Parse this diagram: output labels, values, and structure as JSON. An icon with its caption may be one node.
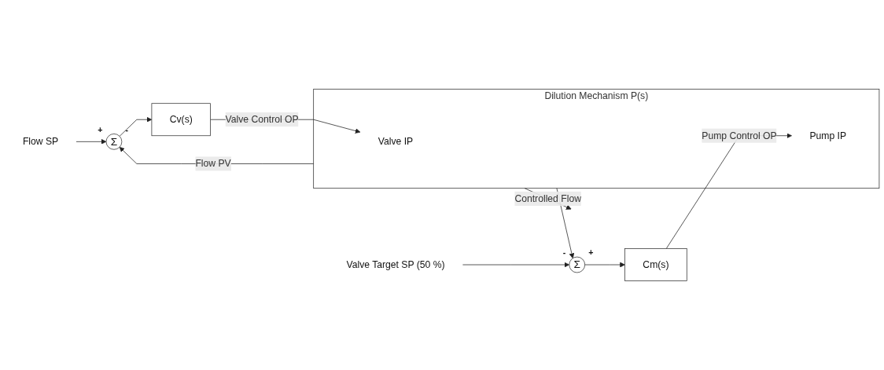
{
  "diagram": {
    "nodes": [
      {
        "text": [
          "Flow SP"
        ]
      },
      {
        "text": [
          "Σ"
        ],
        "beside": [
          "+",
          "-"
        ]
      },
      {
        "text": [
          "Cv(s)"
        ]
      },
      {
        "text": [
          "Dilution Mechanism P(s)"
        ]
      },
      {
        "text": [
          "Valve IP"
        ],
        "in": 3
      },
      {
        "text": [
          "Pump IP"
        ],
        "in": 3
      },
      {
        "text": [
          "Valve Target SP (50 %)"
        ]
      },
      {
        "text": [
          "Σ"
        ],
        "beside": [
          "-",
          "+"
        ]
      },
      {
        "text": [
          "Cm(s)"
        ]
      }
    ],
    "edges": [
      {
        "from": 0,
        "to": 1,
        "arrow": "to"
      },
      {
        "from": 1,
        "to": 2,
        "arrow": "to"
      },
      {
        "from": 2,
        "to": 4,
        "arrow": "to",
        "label": "Valve Control OP"
      },
      {
        "from": 3,
        "to": null,
        "arrow": "to",
        "label": "Controlled Flow"
      },
      {
        "from": 3,
        "to": 1,
        "arrow": "to",
        "label": "Flow PV"
      },
      {
        "from": 6,
        "to": 7,
        "arrow": "to"
      },
      {
        "from": 7,
        "to": 8,
        "arrow": "to"
      },
      {
        "from": 8,
        "to": 5,
        "arrow": "to",
        "label": "Pump Control OP"
      },
      {
        "from": 3,
        "to": 7,
        "arrow": "to"
      }
    ]
  }
}
